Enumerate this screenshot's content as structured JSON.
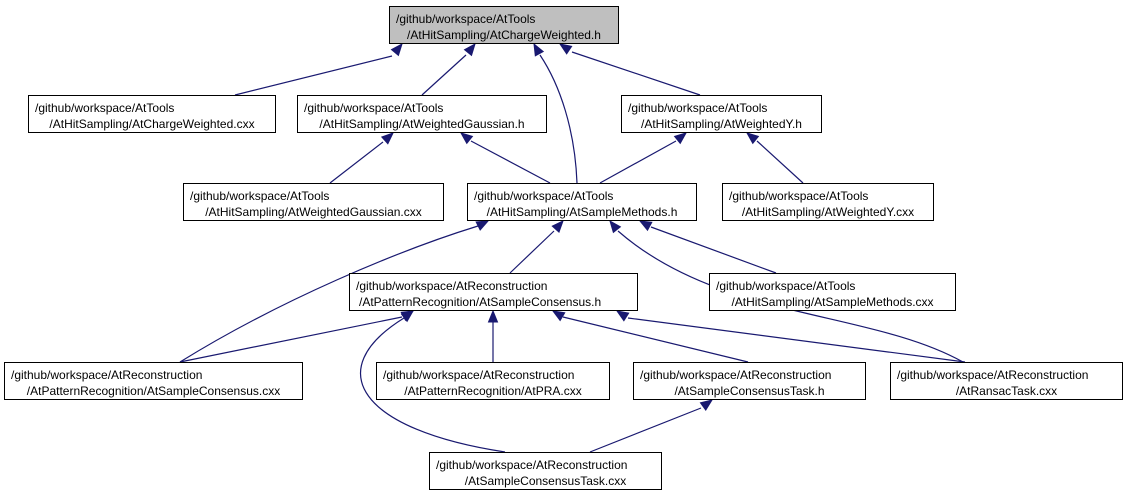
{
  "graph": {
    "colors": {
      "edge": "#191970",
      "root_fill": "#bfbfbf",
      "node_fill": "#ffffff",
      "border": "#000000"
    },
    "nodes": [
      {
        "id": "root",
        "line1": "/github/workspace/AtTools",
        "line2": "/AtHitSampling/AtChargeWeighted.h"
      },
      {
        "id": "cw_cxx",
        "line1": "/github/workspace/AtTools",
        "line2": "/AtHitSampling/AtChargeWeighted.cxx"
      },
      {
        "id": "wg_h",
        "line1": "/github/workspace/AtTools",
        "line2": "/AtHitSampling/AtWeightedGaussian.h"
      },
      {
        "id": "wy_h",
        "line1": "/github/workspace/AtTools",
        "line2": "/AtHitSampling/AtWeightedY.h"
      },
      {
        "id": "wg_cxx",
        "line1": "/github/workspace/AtTools",
        "line2": "/AtHitSampling/AtWeightedGaussian.cxx"
      },
      {
        "id": "sm_h",
        "line1": "/github/workspace/AtTools",
        "line2": "/AtHitSampling/AtSampleMethods.h"
      },
      {
        "id": "wy_cxx",
        "line1": "/github/workspace/AtTools",
        "line2": "/AtHitSampling/AtWeightedY.cxx"
      },
      {
        "id": "sc_h",
        "line1": "/github/workspace/AtReconstruction",
        "line2": "/AtPatternRecognition/AtSampleConsensus.h"
      },
      {
        "id": "sm_cxx",
        "line1": "/github/workspace/AtTools",
        "line2": "/AtHitSampling/AtSampleMethods.cxx"
      },
      {
        "id": "sc_cxx",
        "line1": "/github/workspace/AtReconstruction",
        "line2": "/AtPatternRecognition/AtSampleConsensus.cxx"
      },
      {
        "id": "pra_cxx",
        "line1": "/github/workspace/AtReconstruction",
        "line2": "/AtPatternRecognition/AtPRA.cxx"
      },
      {
        "id": "sct_h",
        "line1": "/github/workspace/AtReconstruction",
        "line2": "/AtSampleConsensusTask.h"
      },
      {
        "id": "ransac_cxx",
        "line1": "/github/workspace/AtReconstruction",
        "line2": "/AtRansacTask.cxx"
      },
      {
        "id": "sct_cxx",
        "line1": "/github/workspace/AtReconstruction",
        "line2": "/AtSampleConsensusTask.cxx"
      }
    ],
    "edges": [
      {
        "from": "root",
        "to": "cw_cxx"
      },
      {
        "from": "root",
        "to": "wg_h"
      },
      {
        "from": "root",
        "to": "wy_h"
      },
      {
        "from": "root",
        "to": "sm_h"
      },
      {
        "from": "wg_h",
        "to": "wg_cxx"
      },
      {
        "from": "wg_h",
        "to": "sm_h"
      },
      {
        "from": "wy_h",
        "to": "sm_h"
      },
      {
        "from": "wy_h",
        "to": "wy_cxx"
      },
      {
        "from": "sm_h",
        "to": "sc_h"
      },
      {
        "from": "sm_h",
        "to": "sm_cxx"
      },
      {
        "from": "sm_h",
        "to": "sc_cxx"
      },
      {
        "from": "sm_h",
        "to": "ransac_cxx"
      },
      {
        "from": "sc_h",
        "to": "sc_cxx"
      },
      {
        "from": "sc_h",
        "to": "pra_cxx"
      },
      {
        "from": "sc_h",
        "to": "sct_h"
      },
      {
        "from": "sc_h",
        "to": "ransac_cxx"
      },
      {
        "from": "sc_h",
        "to": "sct_cxx"
      },
      {
        "from": "sct_h",
        "to": "sct_cxx"
      }
    ]
  }
}
